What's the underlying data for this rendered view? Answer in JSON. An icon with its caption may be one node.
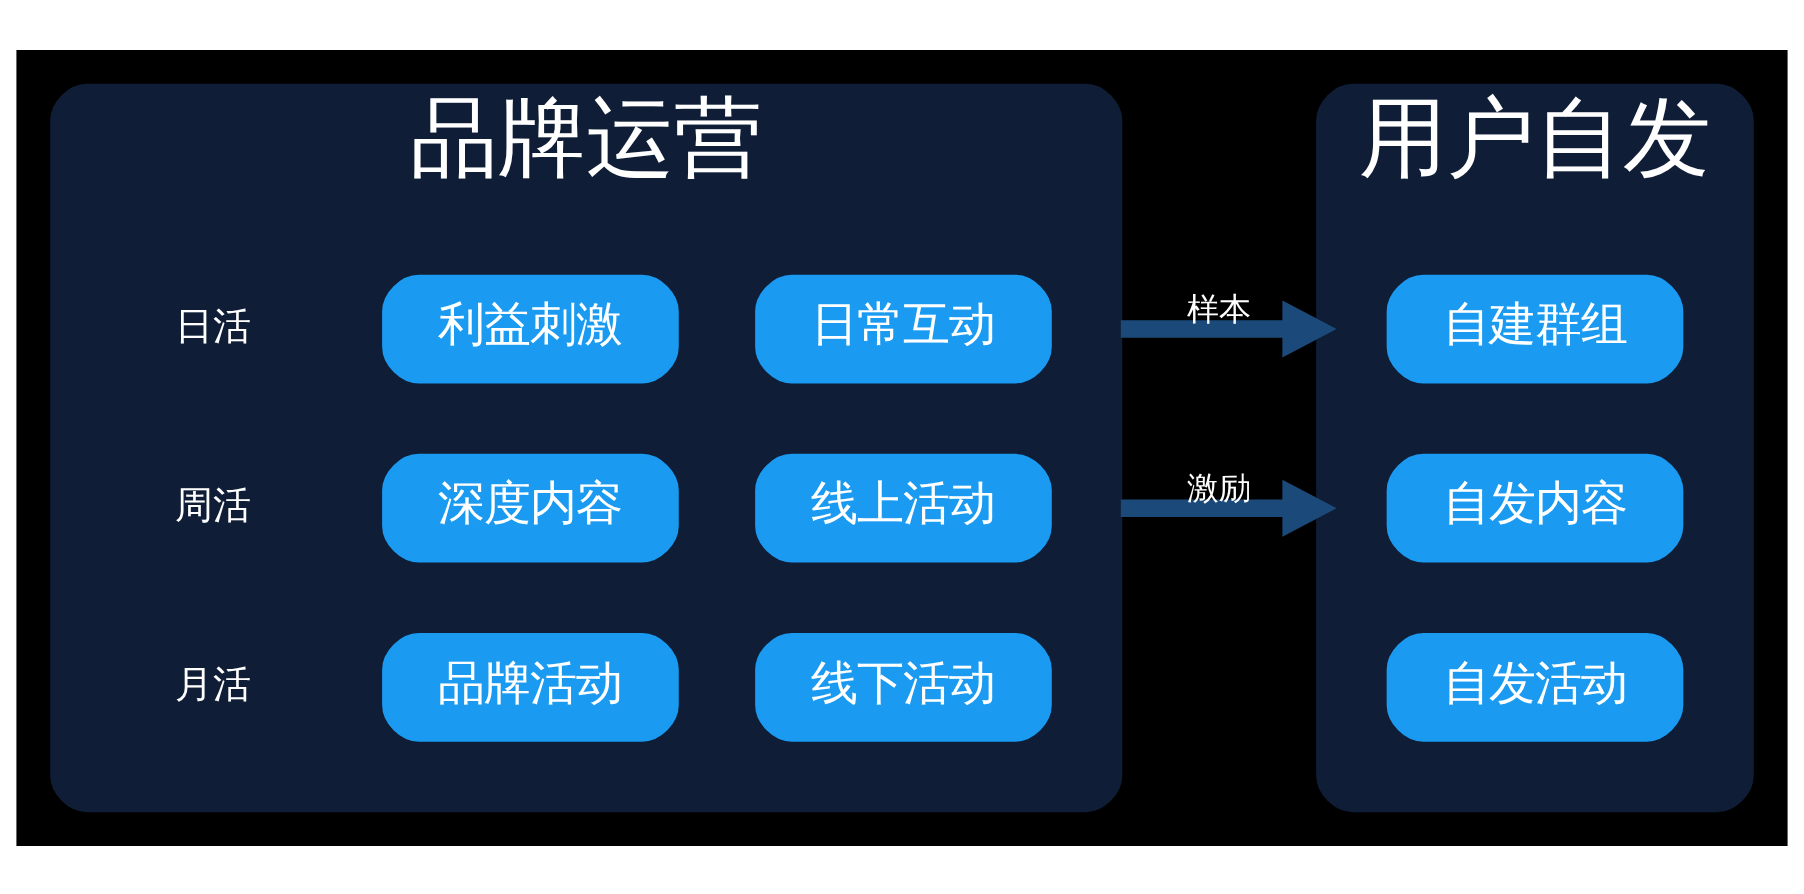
{
  "diagram": {
    "nodes": [
      {
        "text": [
          "品牌运营"
        ]
      },
      {
        "text": [
          "利益刺激"
        ],
        "in": 0
      },
      {
        "text": [
          "日常互动"
        ],
        "in": 0
      },
      {
        "text": [
          "深度内容"
        ],
        "in": 0
      },
      {
        "text": [
          "线上活动"
        ],
        "in": 0
      },
      {
        "text": [
          "品牌活动"
        ],
        "in": 0
      },
      {
        "text": [
          "线下活动"
        ],
        "in": 0
      },
      {
        "text": [
          "用户自发"
        ]
      },
      {
        "text": [
          "自建群组"
        ],
        "in": 7
      },
      {
        "text": [
          "自发内容"
        ],
        "in": 7
      },
      {
        "text": [
          "自发活动"
        ],
        "in": 7
      }
    ],
    "edges": [
      {
        "from": 0,
        "to": 7,
        "arrow": "to",
        "label": "样本"
      },
      {
        "from": 0,
        "to": 7,
        "arrow": "to",
        "label": "激励"
      }
    ],
    "labels": [
      "日活",
      "周活",
      "月活"
    ]
  }
}
